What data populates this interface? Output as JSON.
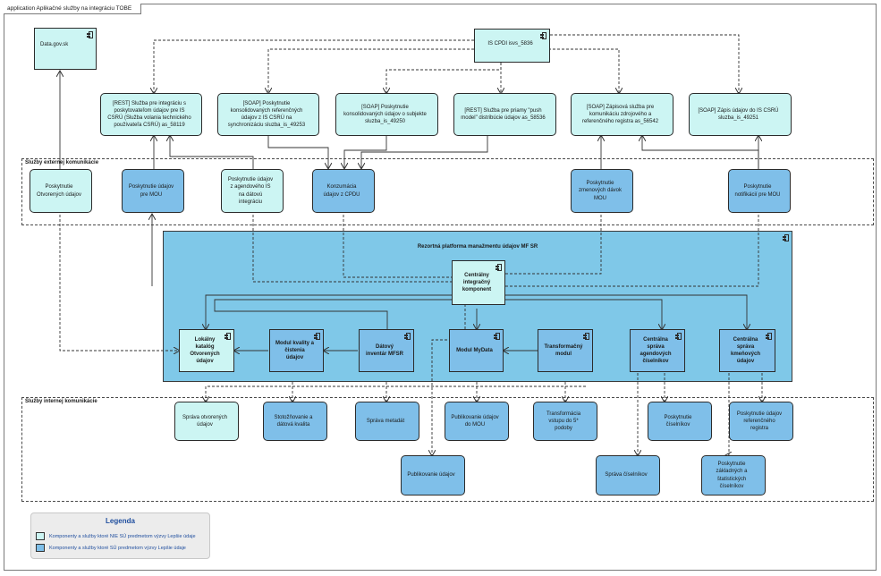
{
  "diagram_title": "application Aplikačné služby na integráciu TOBE",
  "top_nodes": {
    "datagov": "Data.gov.sk",
    "iscpdi": "IS CPDI isvs_5836"
  },
  "services": {
    "rest_integracia": "[REST] Služba pre integráciu s poskytovateľom údajov pre IS CSRÚ (Služba volania technického používateľa CSRÚ) as_58119",
    "soap_konsolidovane_ref": "[SOAP] Poskytnutie konsolidovaných referenčných údajov z IS CSRÚ na synchronizáciu sluzba_is_49253",
    "soap_konsolidovane_subjekt": "[SOAP] Poskytnutie konsolidovaných údajov o subjekte sluzba_is_49250",
    "rest_push": "[REST] Služba pre priamy \"push model\" distribúcie údajov as_58536",
    "soap_zapisova": "[SOAP] Zápisová služba pre komunikáciu zdrojového a referenčného registra as_56542",
    "soap_zapis": "[SOAP] Zápis údajov do IS CSRÚ sluzba_is_49251"
  },
  "external": {
    "label": "Služby externej komunikácie",
    "otvorene": "Poskytnutie Otvorených údajov",
    "mou": "Poskytnutie údajov pre MOU",
    "agendove": "Poskytnutie údajov z agendového IS na dátovú integráciu",
    "konzumacia": "Konzumácia údajov z CPDU",
    "zmenove": "Poskytnutie zmenových dávok MOU",
    "notifikacie": "Poskytnutie notifikácií pre MOU"
  },
  "platform": {
    "title": "Rezortná platforma manažmentu údajov MF SR",
    "centralny": "Centrálny integračný komponent",
    "lokalny": "Lokálny katalóg Otvorených údajov",
    "kvalita": "Modul kvality a čistenia údajov",
    "inventar": "Dátový inventár MFSR",
    "mydata": "Modul MyData",
    "transform": "Transformačný modul",
    "agendove_ciselniky": "Centrálna správa agendových číselníkov",
    "kmenove": "Centrálna správa kmeňových údajov"
  },
  "internal": {
    "label": "Služby internej komunikácie",
    "sprava_otvorenych": "Správa otvorených údajov",
    "stotoznovanie": "Stotožňovanie a dátová kvalita",
    "metadat": "Správa metadát",
    "publikovanie_mou": "Publikovanie údajov do MOU",
    "transformacia": "Transformácia vstupu do 5* podoby",
    "ciselnikov": "Poskytnutie číselníkov",
    "referencneho": "Poskytnutie údajov referenčného registra",
    "publikovanie": "Publikovanie údajov",
    "sprava_ciselnikov": "Správa číselníkov",
    "zakladnych": "Poskytnutie základných a štatistických číselníkov"
  },
  "legend": {
    "title": "Legenda",
    "items": [
      {
        "label": "Komponenty a služby ktoré NIE SÚ predmetom výzvy Lepšie údaje",
        "color": "#ccf5f3"
      },
      {
        "label": "Komponenty a služby ktoré SÚ predmetom výzvy Lepšie údaje",
        "color": "#7fbfe9"
      }
    ]
  },
  "colors": {
    "light": "#ccf5f3",
    "blue": "#7fbfe9",
    "platform": "#7fc8e8"
  }
}
